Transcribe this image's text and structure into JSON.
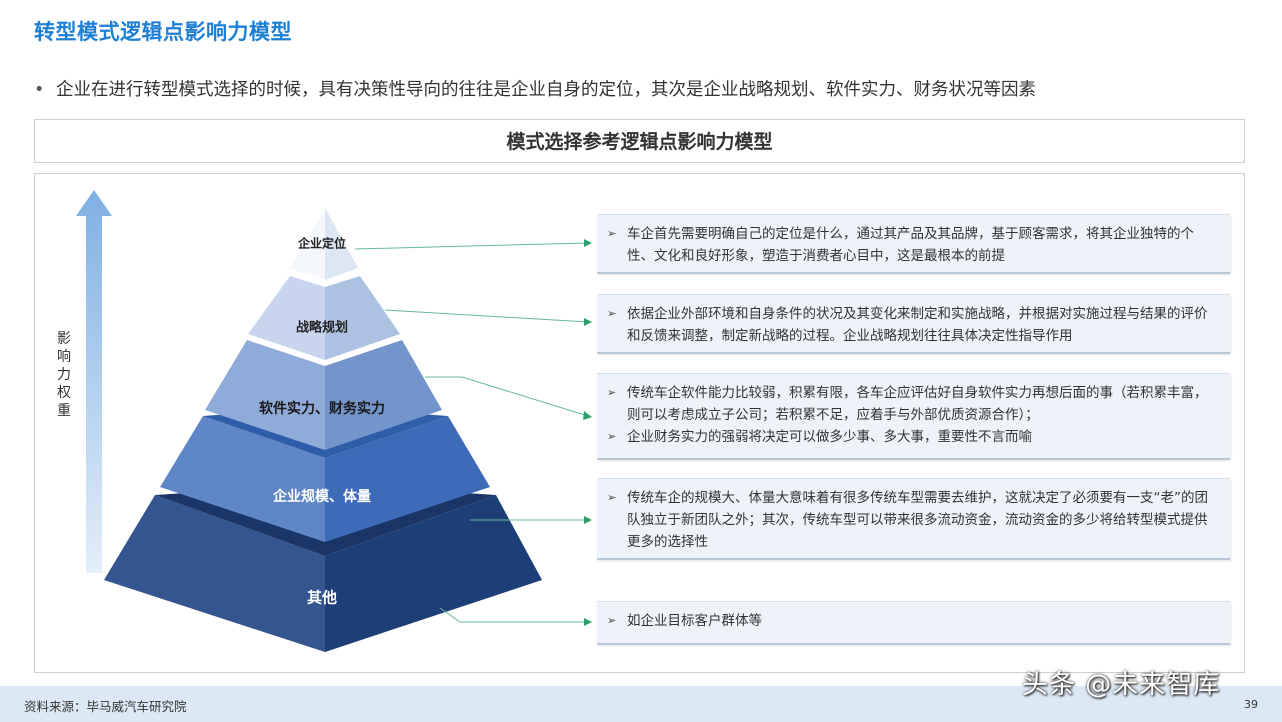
{
  "title": "转型模式逻辑点影响力模型",
  "bullet": "企业在进行转型模式选择的时候，具有决策性导向的往往是企业自身的定位，其次是企业战略规划、软件实力、财务状况等因素",
  "box_title": "模式选择参考逻辑点影响力模型",
  "axis_label": [
    "影",
    "响",
    "力",
    "权",
    "重"
  ],
  "pyramid_levels": [
    {
      "label": "企业定位"
    },
    {
      "label": "战略规划"
    },
    {
      "label": "软件实力、财务实力"
    },
    {
      "label": "企业规模、体量"
    },
    {
      "label": "其他"
    }
  ],
  "cards": [
    {
      "lines": [
        "车企首先需要明确自己的定位是什么，通过其产品及其品牌，基于顾客需求，将其企业独特的个性、文化和良好形象，塑造于消费者心目中，这是最根本的前提"
      ]
    },
    {
      "lines": [
        "依据企业外部环境和自身条件的状况及其变化来制定和实施战略，并根据对实施过程与结果的评价和反馈来调整，制定新战略的过程。企业战略规划往往具体决定性指导作用"
      ]
    },
    {
      "lines": [
        "传统车企软件能力比较弱，积累有限，各车企应评估好自身软件实力再想后面的事（若积累丰富，则可以考虑成立子公司；若积累不足，应着手与外部优质资源合作）；",
        "企业财务实力的强弱将决定可以做多少事、多大事，重要性不言而喻"
      ]
    },
    {
      "lines": [
        "传统车企的规模大、体量大意味着有很多传统车型需要去维护，这就决定了必须要有一支“老”的团队独立于新团队之外；其次，传统车型可以带来很多流动资金，流动资金的多少将给转型模式提供更多的选择性"
      ]
    },
    {
      "lines": [
        "如企业目标客户群体等"
      ]
    }
  ],
  "source": "资料来源：毕马威汽车研究院",
  "page_number": "39",
  "watermark": "头条 @未来智库",
  "colors": {
    "title": "#1e7fd6",
    "arrow": "#2e9e6e",
    "card_bg": "#eef3f9"
  }
}
